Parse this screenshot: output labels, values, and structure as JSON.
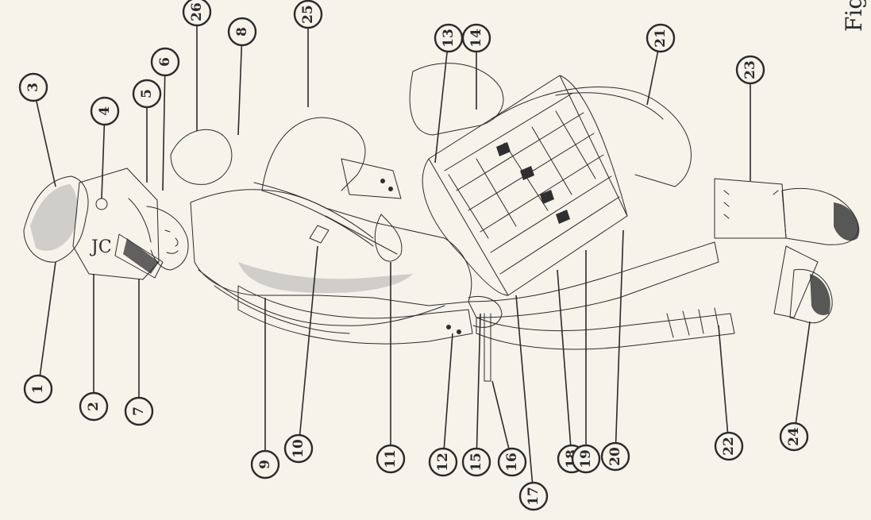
{
  "figure": {
    "caption_fragment": "Fig",
    "orientation": "rotated-90-clockwise"
  },
  "callouts": [
    {
      "id": "1",
      "label": "1"
    },
    {
      "id": "2",
      "label": "2"
    },
    {
      "id": "3",
      "label": "3"
    },
    {
      "id": "4",
      "label": "4"
    },
    {
      "id": "5",
      "label": "5"
    },
    {
      "id": "6",
      "label": "6"
    },
    {
      "id": "7",
      "label": "7"
    },
    {
      "id": "8",
      "label": "8"
    },
    {
      "id": "9",
      "label": "9"
    },
    {
      "id": "10",
      "label": "10"
    },
    {
      "id": "11",
      "label": "11"
    },
    {
      "id": "12",
      "label": "12"
    },
    {
      "id": "13",
      "label": "13"
    },
    {
      "id": "14",
      "label": "14"
    },
    {
      "id": "15",
      "label": "15"
    },
    {
      "id": "16",
      "label": "16"
    },
    {
      "id": "17",
      "label": "17"
    },
    {
      "id": "18",
      "label": "18"
    },
    {
      "id": "19",
      "label": "19"
    },
    {
      "id": "20",
      "label": "20"
    },
    {
      "id": "21",
      "label": "21"
    },
    {
      "id": "22",
      "label": "22"
    },
    {
      "id": "23",
      "label": "23"
    },
    {
      "id": "24",
      "label": "24"
    },
    {
      "id": "25",
      "label": "25"
    },
    {
      "id": "26",
      "label": "26"
    }
  ],
  "colors": {
    "paper": "#f6f3ea",
    "ink": "#2b2b2b"
  }
}
